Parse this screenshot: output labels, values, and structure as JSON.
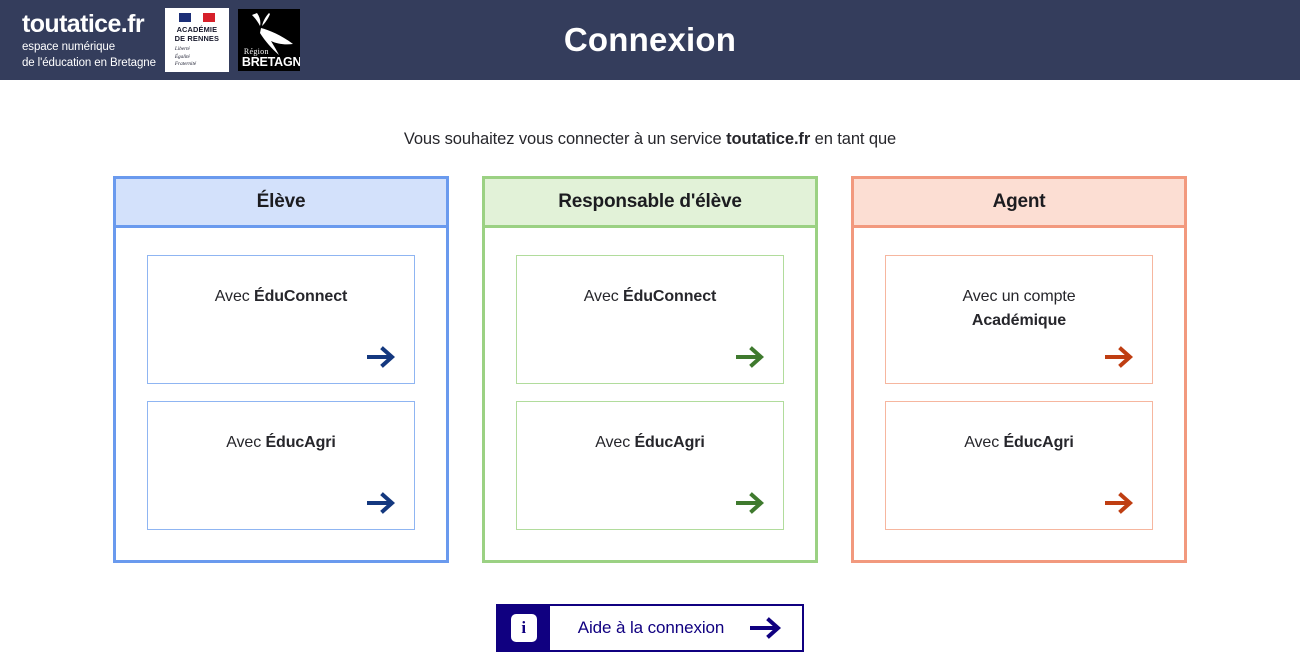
{
  "header": {
    "title": "Connexion",
    "brand": {
      "name": "toutatice.fr",
      "tagline_line1": "espace numérique",
      "tagline_line2": "de l'éducation en Bretagne"
    },
    "logo_academie": {
      "line1": "ACADÉMIE",
      "line2": "DE RENNES",
      "motto_line1": "Liberté",
      "motto_line2": "Égalité",
      "motto_line3": "Fraternité"
    },
    "logo_bretagne": {
      "region_word": "Région",
      "name_word": "BRETAGNE"
    }
  },
  "intro": {
    "prefix": "Vous souhaitez vous connecter à un service ",
    "service": "toutatice.fr",
    "suffix": " en tant que"
  },
  "cards": [
    {
      "id": "eleve",
      "title": "Élève",
      "accent": "#6a9aee",
      "header_bg": "#d3e1fb",
      "arrow_color": "#14387f",
      "options": [
        {
          "prefix": "Avec ",
          "strong": "ÉduConnect",
          "second_line": ""
        },
        {
          "prefix": "Avec ",
          "strong": "ÉducAgri",
          "second_line": ""
        }
      ]
    },
    {
      "id": "responsable",
      "title": "Responsable d'élève",
      "accent": "#9bd183",
      "header_bg": "#e2f2d8",
      "arrow_color": "#3f7a2e",
      "options": [
        {
          "prefix": "Avec ",
          "strong": "ÉduConnect",
          "second_line": ""
        },
        {
          "prefix": "Avec ",
          "strong": "ÉducAgri",
          "second_line": ""
        }
      ]
    },
    {
      "id": "agent",
      "title": "Agent",
      "accent": "#f2997e",
      "header_bg": "#fcded3",
      "arrow_color": "#bf3e12",
      "options": [
        {
          "prefix": "Avec un compte",
          "strong": "Académique",
          "second_line": "true"
        },
        {
          "prefix": "Avec ",
          "strong": "ÉducAgri",
          "second_line": ""
        }
      ]
    }
  ],
  "help": {
    "icon": "info-icon",
    "icon_glyph": "i",
    "label": "Aide à la connexion",
    "arrow": "arrow-right-icon",
    "color": "#100080"
  }
}
